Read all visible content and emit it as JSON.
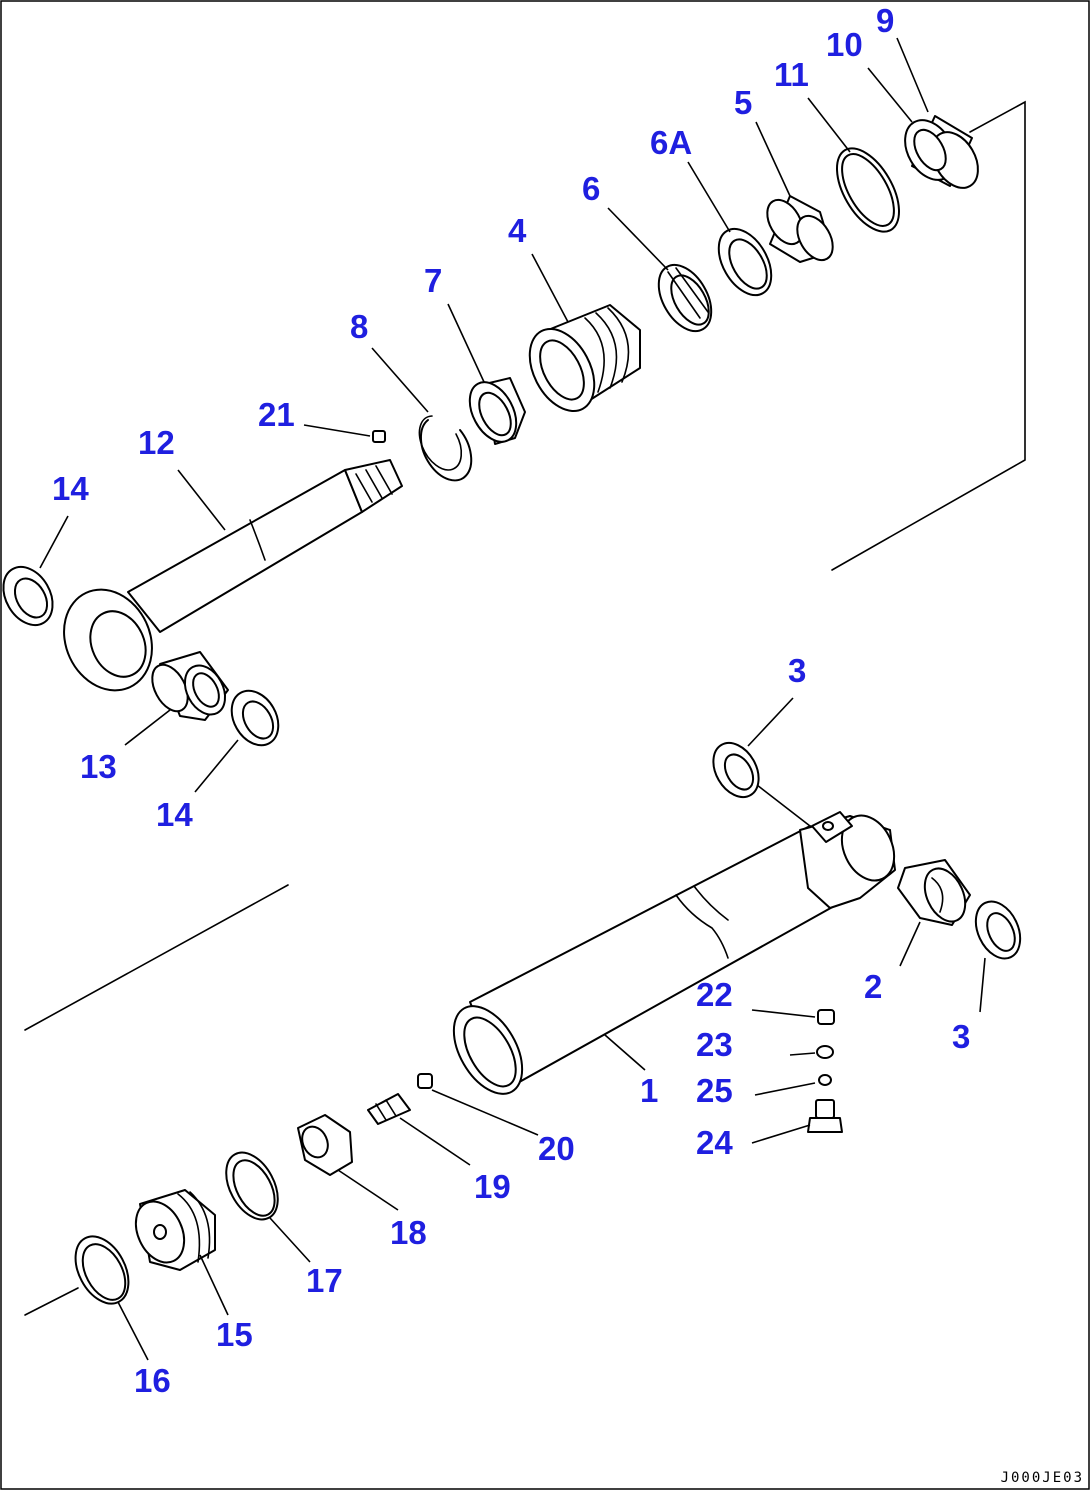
{
  "diagram": {
    "label_color": "#1f1fe0",
    "line_color": "#000000",
    "drawing_code": "J000JE03",
    "callouts": {
      "p1": "1",
      "p2": "2",
      "p3a": "3",
      "p3b": "3",
      "p4": "4",
      "p5": "5",
      "p6": "6",
      "p6a": "6A",
      "p7": "7",
      "p8": "8",
      "p9": "9",
      "p10": "10",
      "p11": "11",
      "p12": "12",
      "p13": "13",
      "p14a": "14",
      "p14b": "14",
      "p15": "15",
      "p16": "16",
      "p17": "17",
      "p18": "18",
      "p19": "19",
      "p20": "20",
      "p21": "21",
      "p22": "22",
      "p23": "23",
      "p24": "24",
      "p25": "25"
    }
  }
}
